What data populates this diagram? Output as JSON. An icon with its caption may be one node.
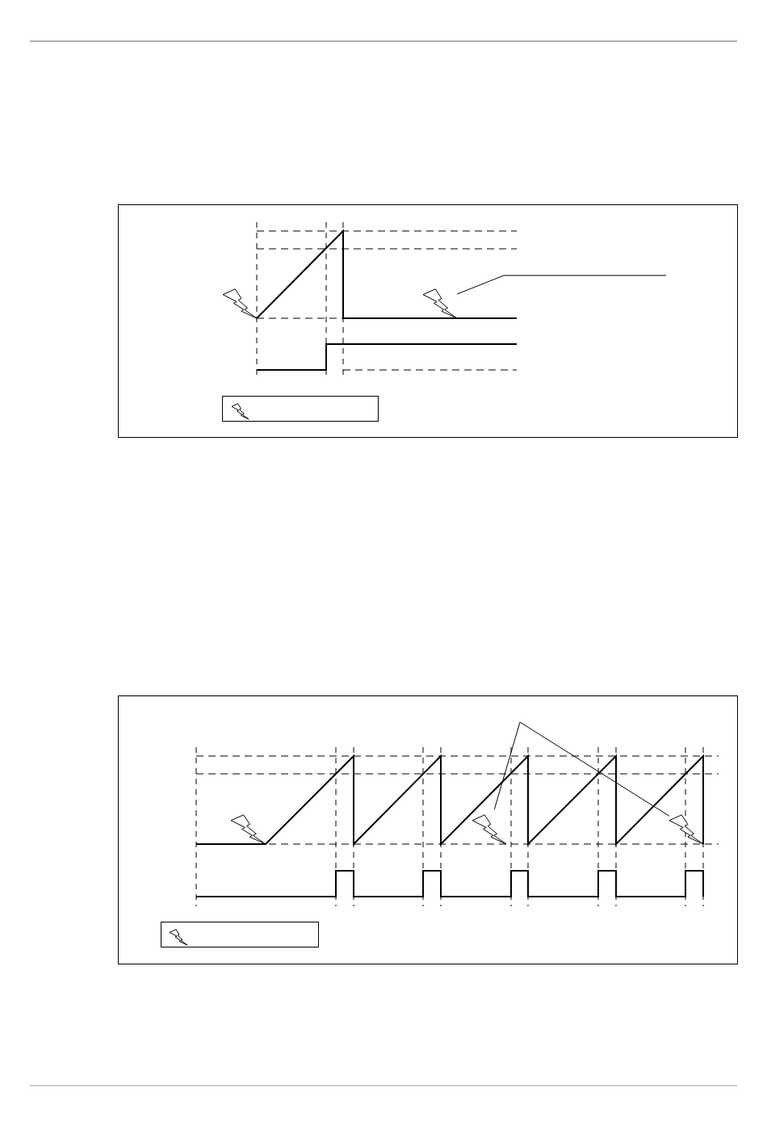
{
  "diagram": {
    "nodes": [
      {
        "text": [],
        "shape": "lightning"
      },
      {
        "text": [],
        "shape": "lightning"
      },
      {
        "text": [],
        "shape": "lightning"
      }
    ],
    "edges": [
      {
        "from": null,
        "to": 0,
        "arrow": "none"
      },
      {
        "from": null,
        "to": 1,
        "arrow": "none"
      },
      {
        "from": null,
        "to": 2,
        "arrow": "none"
      }
    ]
  }
}
